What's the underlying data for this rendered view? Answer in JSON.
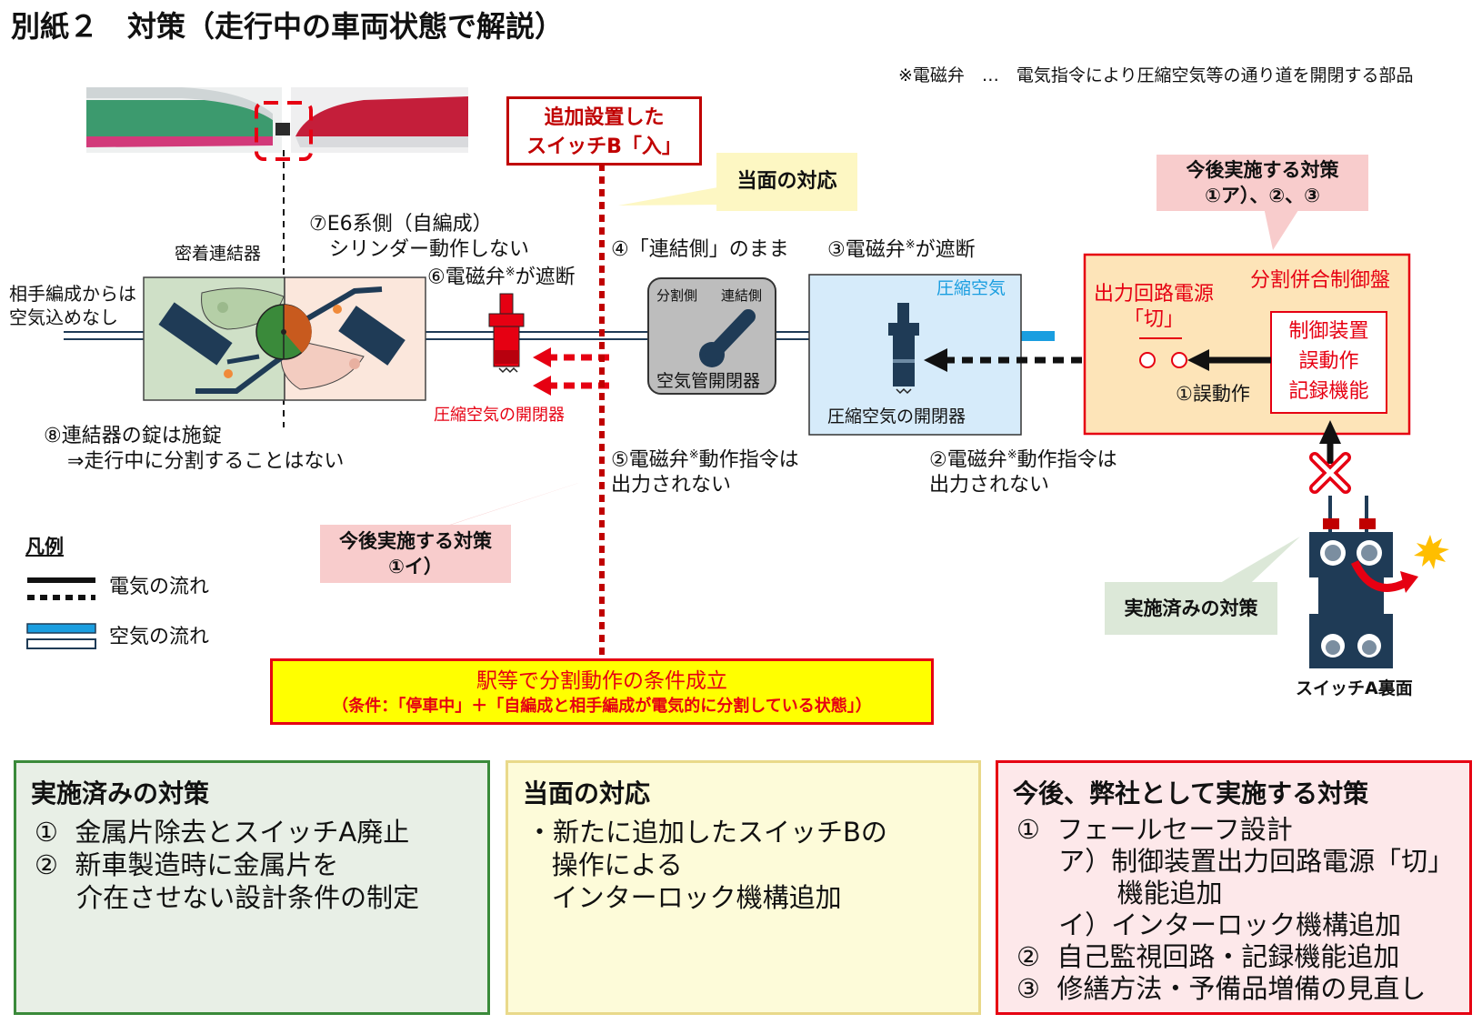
{
  "title": "別紙２　対策（走行中の車両状態で解説）",
  "note": "※電磁弁　…　電気指令により圧縮空気等の通り道を開閉する部品",
  "labels": {
    "switch_b_added": [
      "追加設置した",
      "スイッチB「入」"
    ],
    "immediate_callout": "当面の対応",
    "future_callout_1": [
      "今後実施する対策",
      "①ア）、②、③"
    ],
    "future_callout_2": [
      "今後実施する対策",
      "①イ）"
    ],
    "done_callout": "実施済みの対策",
    "coupler": "密着連結器",
    "e6_side": [
      "⑦E6系側（自編成）",
      "シリンダー動作しない"
    ],
    "no_air_from_partner": [
      "相手編成からは",
      "空気込めなし"
    ],
    "valve6": "⑥電磁弁",
    "valve6_suffix": "が遮断",
    "still_coupled": "④「連結側」のまま",
    "valve3": "③電磁弁",
    "valve3_suffix": "が遮断",
    "split_side": "分割側",
    "coupled_side": "連結側",
    "air_pipe_valve": "空気管開閉器",
    "compressed_air": "圧縮空気",
    "air_switch_left": "圧縮空気の開閉器",
    "air_switch_right": "圧縮空気の開閉器",
    "output_power": [
      "出力回路電源",
      "「切」"
    ],
    "control_panel": "分割併合制御盤",
    "control_device": [
      "制御装置",
      "誤動作",
      "記録機能"
    ],
    "malfunction": "①誤動作",
    "lock": [
      "⑧連結器の錠は施錠",
      "⇒走行中に分割することはない"
    ],
    "cmd5": [
      "⑤電磁弁",
      "動作指令は",
      "出力されない"
    ],
    "cmd2": [
      "②電磁弁",
      "動作指令は",
      "出力されない"
    ],
    "asterisk": "※",
    "switch_a_back": "スイッチA裏面",
    "condition": [
      "駅等で分割動作の条件成立",
      "（条件：「停車中」＋「自編成と相手編成が電気的に分割している状態」）"
    ]
  },
  "legend": {
    "title": "凡例",
    "electric": "電気の流れ",
    "air": "空気の流れ"
  },
  "panels": {
    "done": {
      "title": "実施済みの対策",
      "items": "①  金属片除去とスイッチA廃止\n②  新車製造時に金属片を\n     介在させない設計条件の制定"
    },
    "immediate": {
      "title": "当面の対応",
      "items": "・新たに追加したスイッチBの\n   操作による\n   インターロック機構追加"
    },
    "future": {
      "title": "今後、弊社として実施する対策",
      "items": "①  フェールセーフ設計\n     ア）制御装置出力回路電源「切」\n            機能追加\n     イ）インターロック機構追加\n②  自己監視回路・記録機能追加\n③  修繕方法・予備品増備の見直し"
    }
  },
  "colors": {
    "red": "#e60012",
    "dark_red": "#c00000",
    "green_panel": "#e8efe6",
    "green_border": "#3a8a3a",
    "yellow_panel": "#fdfbd9",
    "yellow_border": "#e9d98a",
    "pink_panel": "#fde8ea",
    "callout_yellow": "#fdf7c3",
    "callout_pink": "#f8cccc",
    "callout_green": "#dce8d8",
    "orange_panel": "#fde4b8",
    "air_blue": "#1a9ee0",
    "dark_navy": "#1f3b56",
    "condition_yellow": "#ffff00"
  }
}
